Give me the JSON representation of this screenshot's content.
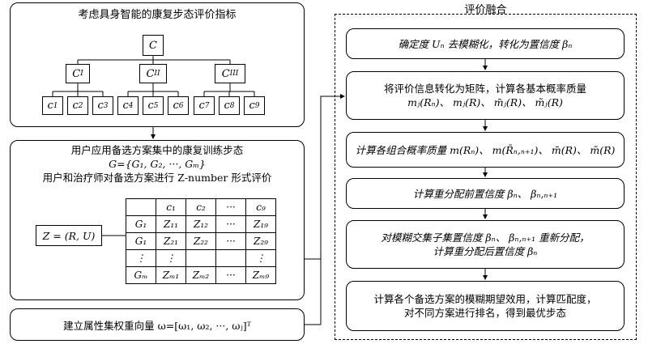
{
  "left_top": {
    "title": "考虑具身智能的康复步态评价指标",
    "root": "C",
    "level1": [
      {
        "main": "C",
        "sub": "I"
      },
      {
        "main": "C",
        "sub": "II"
      },
      {
        "main": "C",
        "sub": "III"
      }
    ],
    "level2": [
      {
        "main": "c",
        "sub": "1"
      },
      {
        "main": "c",
        "sub": "2"
      },
      {
        "main": "c",
        "sub": "3"
      },
      {
        "main": "c",
        "sub": "4"
      },
      {
        "main": "c",
        "sub": "5"
      },
      {
        "main": "c",
        "sub": "6"
      },
      {
        "main": "c",
        "sub": "7"
      },
      {
        "main": "c",
        "sub": "8"
      },
      {
        "main": "c",
        "sub": "9"
      }
    ]
  },
  "left_mid": {
    "line1": "用户应用备选方案集中的康复训练步态",
    "line2": "G={G₁, G₂, ···, Gₘ}",
    "line3": "用户和治疗师对备选方案进行 Z-number 形式评价",
    "z_formula": "Z = (R, U)",
    "matrix": {
      "header": [
        "",
        "c₁",
        "c₂",
        "···",
        "c₉"
      ],
      "rows": [
        [
          "G₁",
          "Z₁₁",
          "Z₁₂",
          "···",
          "Z₁₉"
        ],
        [
          "G₁",
          "Z₂₁",
          "Z₂₂",
          "···",
          "Z₂₉"
        ],
        [
          "⋮",
          "⋮",
          "",
          "",
          "⋮"
        ],
        [
          "Gₘ",
          "Zₘ₁",
          "Zₘ₂",
          "···",
          "Zₘ₉"
        ]
      ]
    }
  },
  "left_bottom": {
    "text": "建立属性集权重向量 ω=[ω₁, ω₂, ···, ωⱼ]ᵀ"
  },
  "right": {
    "title": "评价融合",
    "steps": [
      {
        "line1": "确定度 Uₙ 去模糊化，转化为置信度 βₙ",
        "line2": ""
      },
      {
        "line1": "将评价信息转化为矩阵，计算各基本概率质量",
        "line2": "mⱼ(Rₙ)、 mⱼ(R)、 m̄ⱼ(R)、 m̃ⱼ(R)"
      },
      {
        "line1": "计算各组合概率质量 m(Rₙ)、 m(R̄ₙ,ₙ₊₁)、 m̄(R)、 m̃(R)",
        "line2": ""
      },
      {
        "line1": "计算重分配前置信度 βₙ、 βₙ,ₙ₊₁",
        "line2": ""
      },
      {
        "line1": "对模糊交集子集置信度 βₙ、 βₙ,ₙ₊₁ 重新分配，",
        "line2": "计算重分配后置信度 βₙ"
      },
      {
        "line1": "计算各个备选方案的模糊期望效用，计算匹配度，",
        "line2": "对不同方案进行排名，得到最优步态"
      }
    ]
  }
}
